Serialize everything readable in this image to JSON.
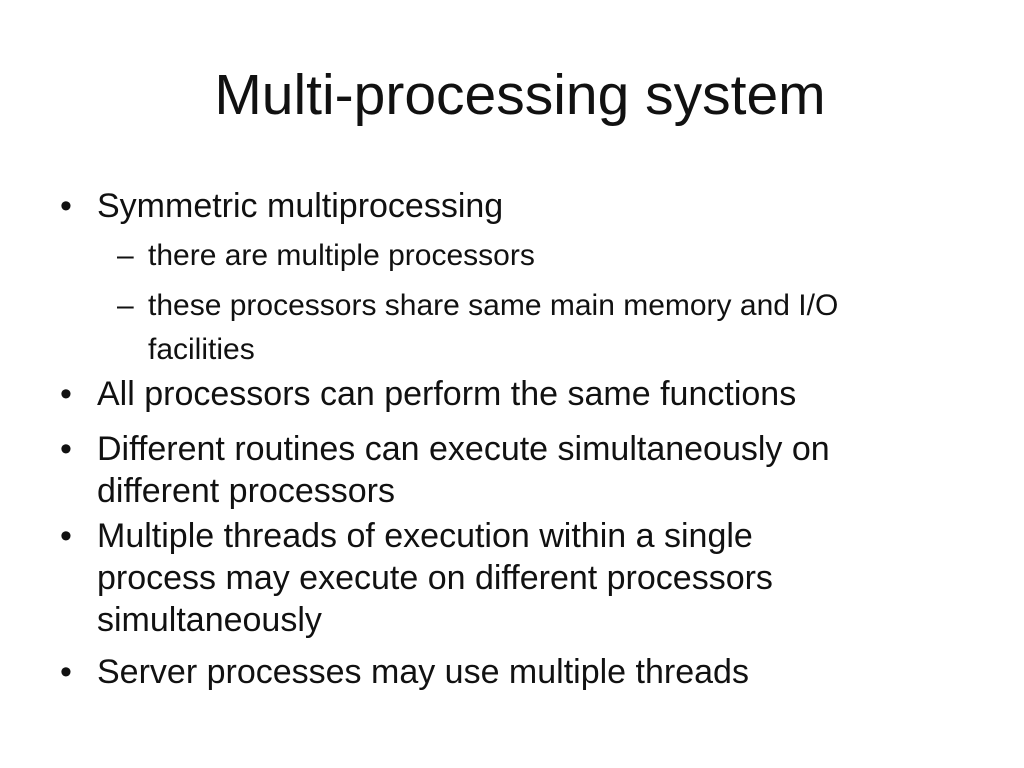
{
  "slide": {
    "title": "Multi-processing system",
    "background_color": "#ffffff",
    "text_color": "#111111",
    "bullets": [
      {
        "level": 1,
        "marker": "•",
        "lines": [
          "Symmetric multiprocessing"
        ]
      },
      {
        "level": 2,
        "marker": "–",
        "lines": [
          "there are multiple processors"
        ]
      },
      {
        "level": 2,
        "marker": "–",
        "lines": [
          "these processors share same main memory and I/O",
          "facilities"
        ]
      },
      {
        "level": 1,
        "marker": "•",
        "lines": [
          "All processors can perform the same functions"
        ]
      },
      {
        "level": 1,
        "marker": "•",
        "lines": [
          "Different routines can execute simultaneously on",
          "different processors"
        ]
      },
      {
        "level": 1,
        "marker": "•",
        "lines": [
          "Multiple threads of execution within a single",
          "process may execute on different processors",
          "simultaneously"
        ]
      },
      {
        "level": 1,
        "marker": "•",
        "lines": [
          "Server processes may use multiple threads"
        ]
      }
    ]
  }
}
